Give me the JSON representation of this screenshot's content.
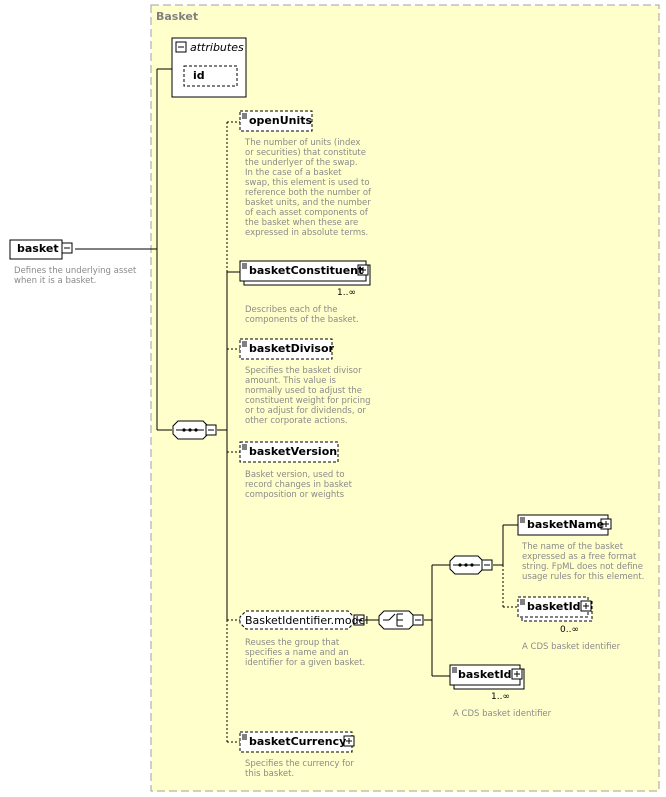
{
  "group_title": "Basket",
  "root": {
    "name": "basket",
    "doc": "Defines the underlying asset\nwhen it is a basket."
  },
  "attributes": {
    "label": "attributes",
    "items": [
      "id"
    ]
  },
  "children": {
    "open_units": {
      "name": "openUnits",
      "doc": "The number of units (index\nor securities) that constitute\nthe underlyer of the swap.\nIn the case of a basket\nswap, this element is used to\nreference both the number of\nbasket units, and the number\nof each asset components of\nthe basket when these are\nexpressed in absolute terms."
    },
    "basket_constituent": {
      "name": "basketConstituent",
      "cardinality": "1..∞",
      "doc": "Describes each of the\ncomponents of the basket."
    },
    "basket_divisor": {
      "name": "basketDivisor",
      "doc": "Specifies the basket divisor\namount. This value is\nnormally used to adjust the\nconstituent weight for pricing\nor to adjust for dividends, or\nother corporate actions."
    },
    "basket_version": {
      "name": "basketVersion",
      "doc": "Basket version, used to\nrecord changes in basket\ncomposition or weights"
    },
    "basket_identifier_model": {
      "name": "BasketIdentifier.model",
      "doc": "Reuses the group that\nspecifies a name and an\nidentifier for a given basket."
    },
    "basket_name": {
      "name": "basketName",
      "doc": "The name of the basket\nexpressed as a free format\nstring. FpML does not define\nusage rules for this element."
    },
    "basket_id_optional": {
      "name": "basketId",
      "cardinality": "0..∞",
      "doc": "A CDS basket identifier"
    },
    "basket_id_choice": {
      "name": "basketId",
      "cardinality": "1..∞",
      "doc": "A CDS basket identifier"
    },
    "basket_currency": {
      "name": "basketCurrency",
      "doc": "Specifies the currency for\nthis basket."
    }
  },
  "colors": {
    "group_fill": "#ffffcc",
    "group_border": "#a0a0a0",
    "doc_text": "#8a8a8a",
    "line": "#000000"
  }
}
